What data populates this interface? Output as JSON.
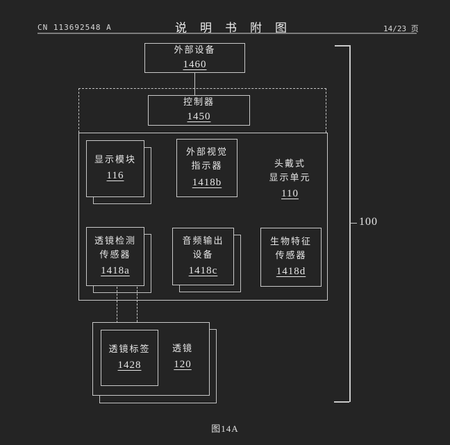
{
  "header": {
    "patent_number": "CN 113692548 A",
    "doc_title": "说明书附图",
    "page_indicator": "14/23 页"
  },
  "figure": {
    "caption": "图14A",
    "system_ref": "100"
  },
  "blocks": {
    "external_device": {
      "label": "外部设备",
      "ref": "1460"
    },
    "controller": {
      "label": "控制器",
      "ref": "1450"
    },
    "hmd_unit": {
      "label_line1": "头戴式",
      "label_line2": "显示单元",
      "ref": "110"
    },
    "display_module": {
      "label": "显示模块",
      "ref": "116"
    },
    "external_visual_indicator": {
      "label_line1": "外部视觉",
      "label_line2": "指示器",
      "ref": "1418b"
    },
    "lens_detection_sensor": {
      "label_line1": "透镜检测",
      "label_line2": "传感器",
      "ref": "1418a"
    },
    "audio_output_device": {
      "label_line1": "音频输出",
      "label_line2": "设备",
      "ref": "1418c"
    },
    "biometric_sensor": {
      "label_line1": "生物特征",
      "label_line2": "传感器",
      "ref": "1418d"
    },
    "lens_tag": {
      "label": "透镜标签",
      "ref": "1428"
    },
    "lens": {
      "label": "透镜",
      "ref": "120"
    }
  },
  "colors": {
    "background": "#242424",
    "line": "#c9c9c9",
    "text": "#e6e6e6",
    "header_rule": "#7d7d7d"
  }
}
